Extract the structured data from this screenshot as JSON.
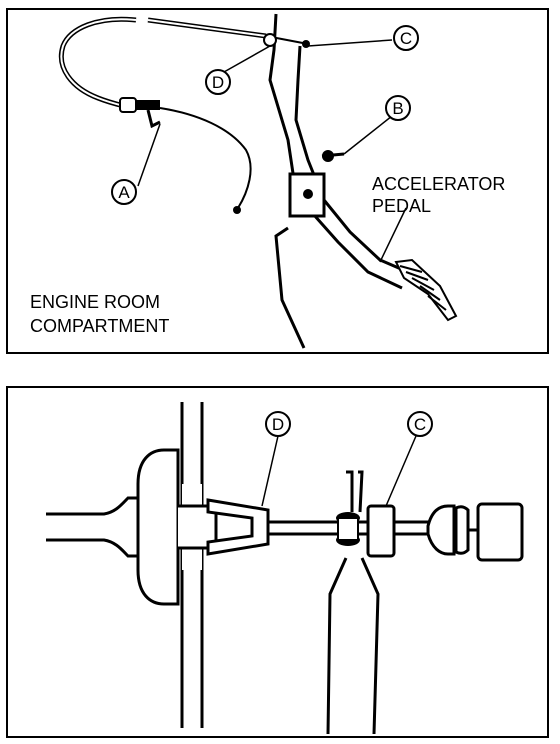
{
  "callouts": {
    "a": "A",
    "b": "B",
    "c": "C",
    "d": "D"
  },
  "labels": {
    "accelerator_line1": "ACCELERATOR",
    "accelerator_line2": "PEDAL",
    "engine_line1": "ENGINE ROOM",
    "engine_line2": "COMPARTMENT"
  },
  "colors": {
    "ink": "#000000",
    "paper": "#ffffff"
  }
}
